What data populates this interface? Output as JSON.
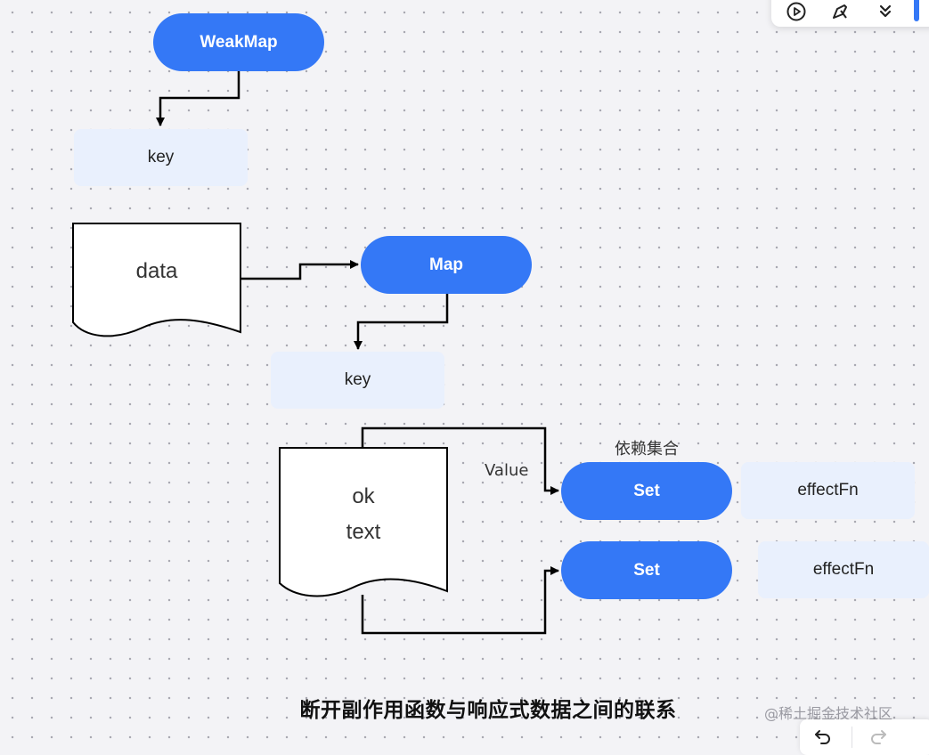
{
  "diagram": {
    "weakmap_label": "WeakMap",
    "key_top_label": "key",
    "data_label": "data",
    "map_label": "Map",
    "key_mid_label": "key",
    "ok_label": "ok",
    "text_label": "text",
    "value_label": "Value",
    "dep_set_label": "依赖集合",
    "set1_label": "Set",
    "set2_label": "Set",
    "effect1_label": "effectFn",
    "effect2_label": "effectFn"
  },
  "caption": "断开副作用函数与响应式数据之间的联系",
  "watermark": "@稀土掘金技术社区",
  "toolbar": {
    "icons": [
      "play-icon",
      "pen-icon",
      "chevron-double-down-icon"
    ]
  },
  "bottom_bar": {
    "icons": [
      "undo-icon",
      "redo-icon"
    ]
  },
  "colors": {
    "accent": "#3478f6",
    "card": "#e9f0fd",
    "canvas": "#f3f3f6"
  }
}
